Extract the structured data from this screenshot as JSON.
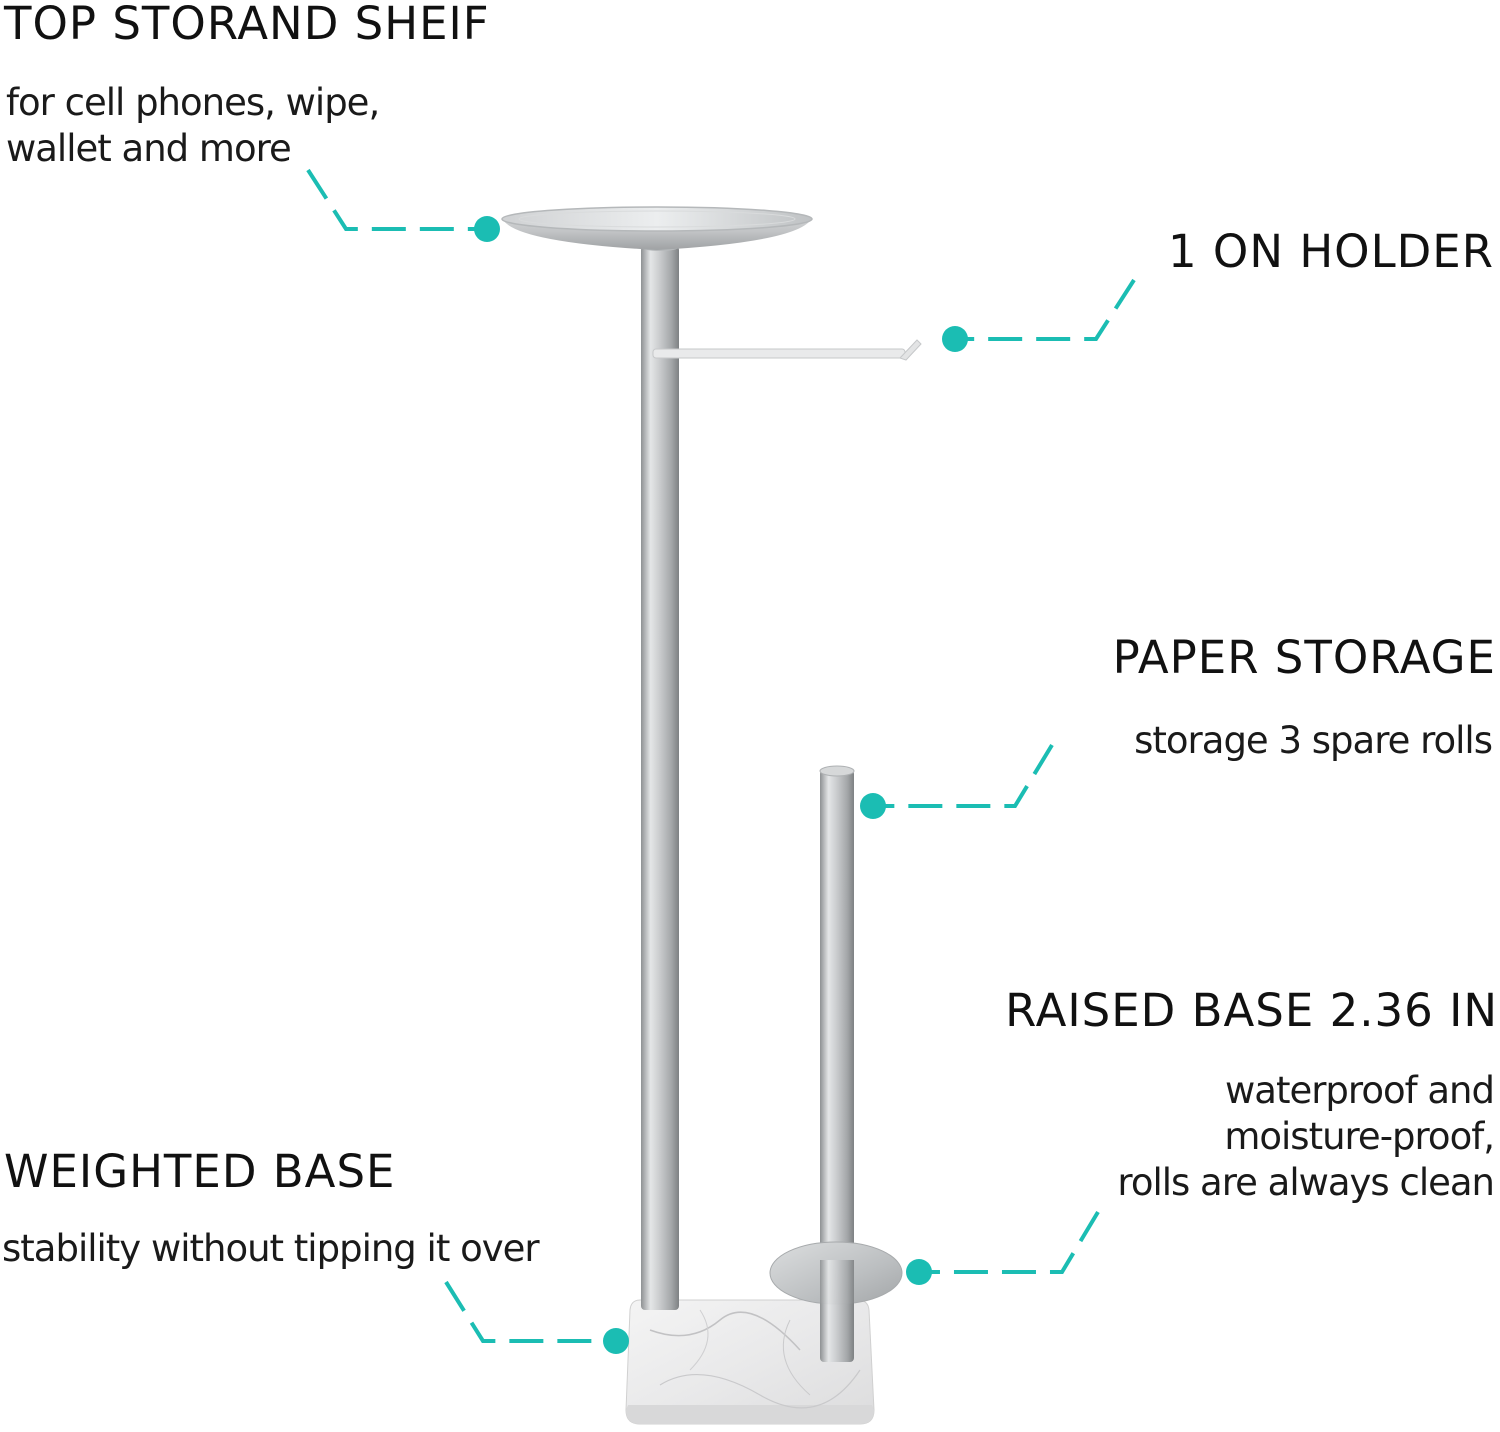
{
  "accent_color": "#1BBDB3",
  "callouts": {
    "top_shelf": {
      "title": "TOP STORAND SHEIF",
      "lines": [
        "for cell phones, wipe,",
        "wallet and more"
      ]
    },
    "holder": {
      "title": "1 ON HOLDER"
    },
    "paper_storage": {
      "title": "PAPER STORAGE",
      "lines": [
        "storage 3 spare rolls"
      ]
    },
    "raised_base": {
      "title": "RAISED BASE 2.36 IN",
      "lines": [
        "waterproof and",
        "moisture-proof,",
        "rolls are always clean"
      ]
    },
    "weighted_base": {
      "title": "WEIGHTED BASE",
      "lines": [
        "stability without tipping it over"
      ]
    }
  },
  "product": {
    "name": "toilet-paper-holder-stand",
    "material_colors": {
      "steel": "#C4C6C8",
      "marble": "#EEEEEE"
    }
  }
}
